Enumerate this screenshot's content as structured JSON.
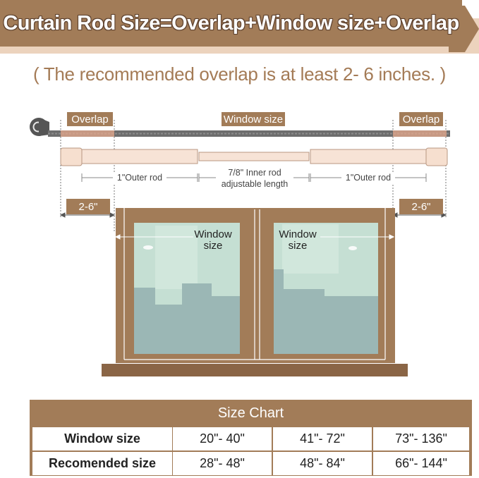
{
  "banner": {
    "title": "Curtain Rod Size=Overlap+Window size+Overlap"
  },
  "subtitle": "( The recommended overlap is at least 2- 6 inches. )",
  "diagram": {
    "overlap_left": "Overlap",
    "window_size_top": "Window size",
    "overlap_right": "Overlap",
    "outer_rod_left": "1\"Outer rod",
    "inner_rod_line1": "7/8\" Inner rod",
    "inner_rod_line2": "adjustable length",
    "outer_rod_right": "1\"Outer rod",
    "range_left": "2-6\"",
    "range_right": "2-6\"",
    "window_left_line1": "Window",
    "window_left_line2": "size",
    "window_right_line1": "Window",
    "window_right_line2": "size"
  },
  "size_chart": {
    "title": "Size Chart",
    "rows": [
      {
        "label": "Window size",
        "values": [
          "20\"- 40\"",
          "41\"- 72\"",
          "73\"- 136\""
        ]
      },
      {
        "label": "Recomended size",
        "values": [
          "28\"- 48\"",
          "48\"- 84\"",
          "66\"- 144\""
        ]
      }
    ]
  },
  "colors": {
    "brown": "#a27c58",
    "light_peach": "#ecd3bd",
    "rod_peach": "#f5e0d2",
    "glass": "#c5dfd3"
  }
}
